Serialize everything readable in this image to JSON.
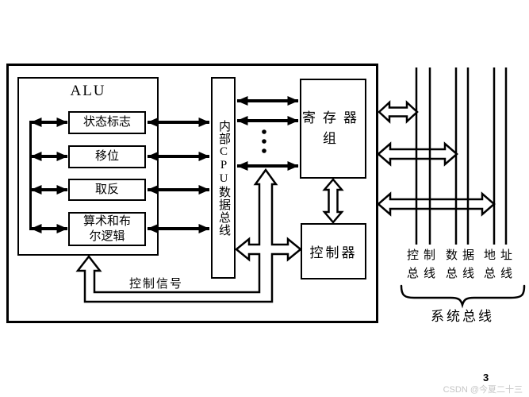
{
  "diagram": {
    "cpu": {
      "alu": {
        "title": "ALU",
        "units": [
          "状态标志",
          "移位",
          "取反",
          "算术和布尔逻辑"
        ]
      },
      "internal_bus_label": "内部CPU数据总线",
      "register_group_label": "寄存器组",
      "controller_label": "控制器",
      "control_signal_label": "控制信号"
    },
    "system_bus": {
      "bus_labels": [
        "控制总线",
        "数据总线",
        "地址总线"
      ],
      "group_label": "系统总线"
    }
  },
  "page": {
    "number": "3",
    "watermark": "CSDN @今夏二十三"
  },
  "colors": {
    "line": "#000000",
    "background": "#ffffff",
    "watermark_gray": "#c6c6c6"
  }
}
